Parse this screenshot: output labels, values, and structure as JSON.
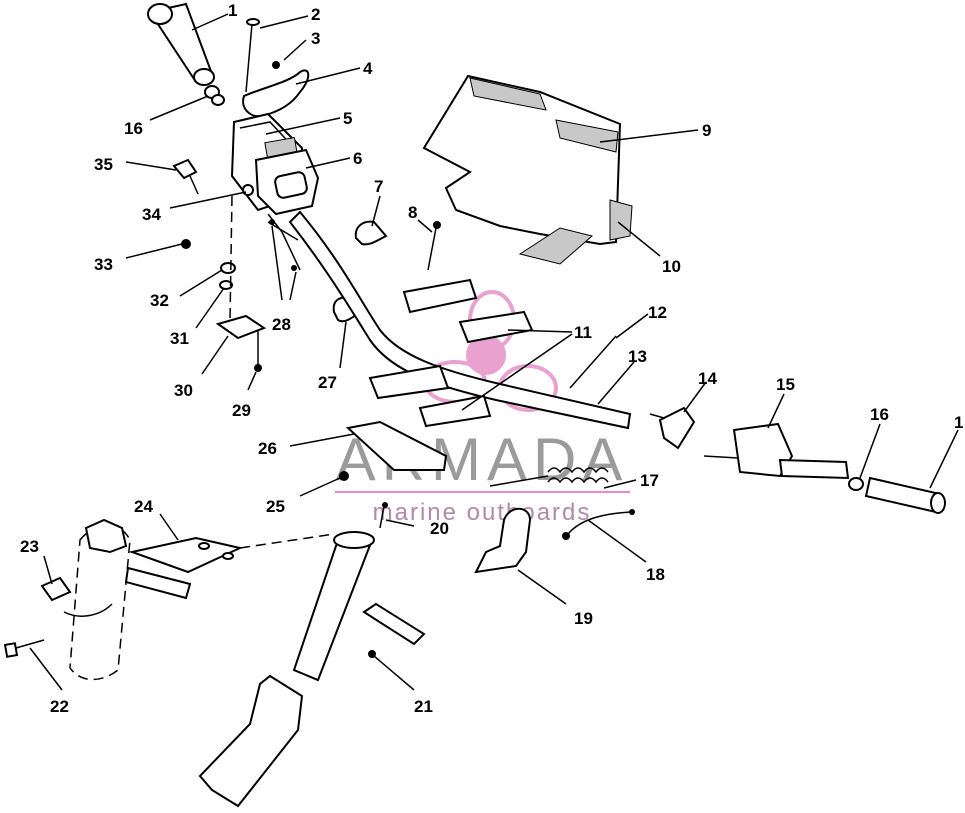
{
  "watermark": {
    "brand": "ARMADA",
    "tagline": "marine outboards",
    "brand_color": "#8a8a8a",
    "accent_color": "#e48ac4",
    "logo": "flower-logo"
  },
  "callouts": [
    {
      "id": "c1a",
      "label": "1"
    },
    {
      "id": "c2",
      "label": "2"
    },
    {
      "id": "c3",
      "label": "3"
    },
    {
      "id": "c4",
      "label": "4"
    },
    {
      "id": "c5",
      "label": "5"
    },
    {
      "id": "c6",
      "label": "6"
    },
    {
      "id": "c7",
      "label": "7"
    },
    {
      "id": "c8",
      "label": "8"
    },
    {
      "id": "c9",
      "label": "9"
    },
    {
      "id": "c10",
      "label": "10"
    },
    {
      "id": "c11",
      "label": "11"
    },
    {
      "id": "c12",
      "label": "12"
    },
    {
      "id": "c13",
      "label": "13"
    },
    {
      "id": "c14",
      "label": "14"
    },
    {
      "id": "c15",
      "label": "15"
    },
    {
      "id": "c16a",
      "label": "16"
    },
    {
      "id": "c16b",
      "label": "16"
    },
    {
      "id": "c17",
      "label": "17"
    },
    {
      "id": "c18",
      "label": "18"
    },
    {
      "id": "c19",
      "label": "19"
    },
    {
      "id": "c20",
      "label": "20"
    },
    {
      "id": "c21",
      "label": "21"
    },
    {
      "id": "c22",
      "label": "22"
    },
    {
      "id": "c23",
      "label": "23"
    },
    {
      "id": "c24",
      "label": "24"
    },
    {
      "id": "c25",
      "label": "25"
    },
    {
      "id": "c26",
      "label": "26"
    },
    {
      "id": "c27",
      "label": "27"
    },
    {
      "id": "c28",
      "label": "28"
    },
    {
      "id": "c29",
      "label": "29"
    },
    {
      "id": "c30",
      "label": "30"
    },
    {
      "id": "c31",
      "label": "31"
    },
    {
      "id": "c32",
      "label": "32"
    },
    {
      "id": "c33",
      "label": "33"
    },
    {
      "id": "c34",
      "label": "34"
    },
    {
      "id": "c35",
      "label": "35"
    },
    {
      "id": "c1b",
      "label": "1"
    }
  ]
}
